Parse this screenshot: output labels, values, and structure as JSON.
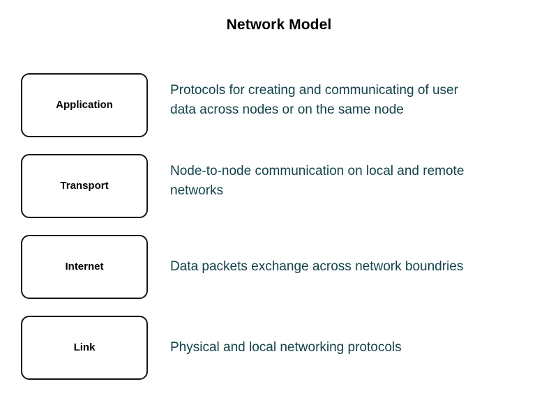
{
  "title": "Network Model",
  "colors": {
    "background": "#ffffff",
    "title_text": "#000000",
    "box_border": "#101512",
    "box_fill": "#ffffff",
    "box_label_text": "#000000",
    "description_text": "#13434a"
  },
  "layers": [
    {
      "name": "Application",
      "description": "Protocols for creating and communicating of user\ndata across nodes or on the same node",
      "lines": 2
    },
    {
      "name": "Transport",
      "description": "Node-to-node communication on local and remote\nnetworks",
      "lines": 2
    },
    {
      "name": "Internet",
      "description": "Data packets exchange across network boundries",
      "lines": 1
    },
    {
      "name": "Link",
      "description": "Physical and local networking protocols",
      "lines": 1
    }
  ]
}
